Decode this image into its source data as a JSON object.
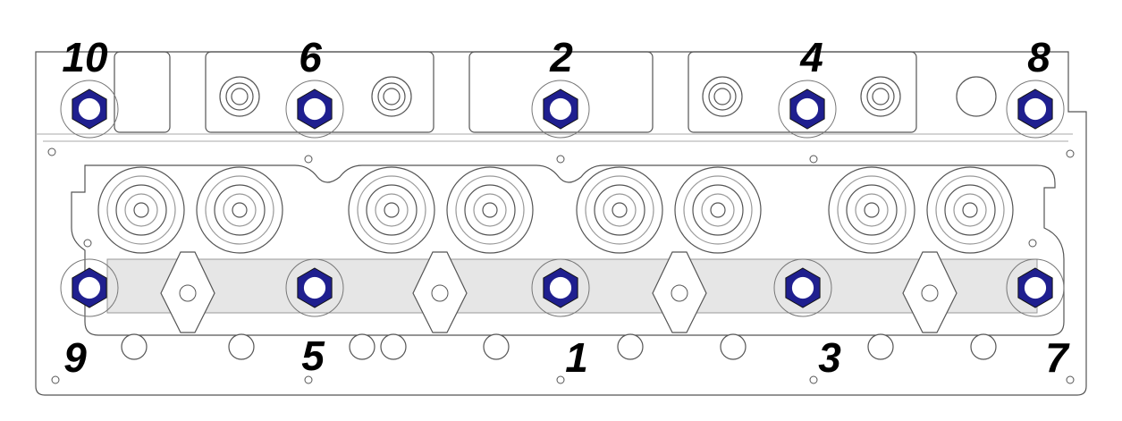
{
  "title": "Cylinder head bolt tightening sequence",
  "colors": {
    "bolt": "#1f1f8f",
    "outline": "#555555",
    "gallery": "#e6e6e6"
  },
  "bolts": {
    "top": [
      "10",
      "6",
      "2",
      "4",
      "8"
    ],
    "bottom": [
      "9",
      "5",
      "1",
      "3",
      "7"
    ]
  }
}
